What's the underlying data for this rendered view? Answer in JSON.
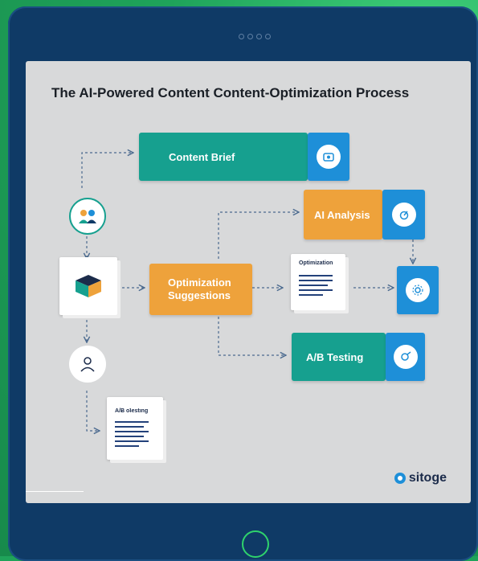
{
  "title": "The AI-Powered Content Content-Optimization Process",
  "nodes": {
    "content_brief": "Content Brief",
    "ai_analysis": "AI Analysis",
    "optimization_suggestions": "Optimization Suggestions",
    "ab_testing": "A/B Testing"
  },
  "docs": {
    "optimization_doc_title": "Optimization",
    "ab_doc_title": "A/Ƀ oʇestıng"
  },
  "brand": "sitoge",
  "colors": {
    "teal": "#16a08f",
    "orange": "#eea23b",
    "blue": "#1e8fd8",
    "navy": "#0f3a66",
    "green": "#1fa35a"
  },
  "icons": [
    "camera-dots-icon",
    "brief-icon",
    "analysis-icon",
    "settings-icon",
    "testing-icon",
    "people-icon",
    "cube-icon",
    "person-icon",
    "brand-logo-icon"
  ]
}
